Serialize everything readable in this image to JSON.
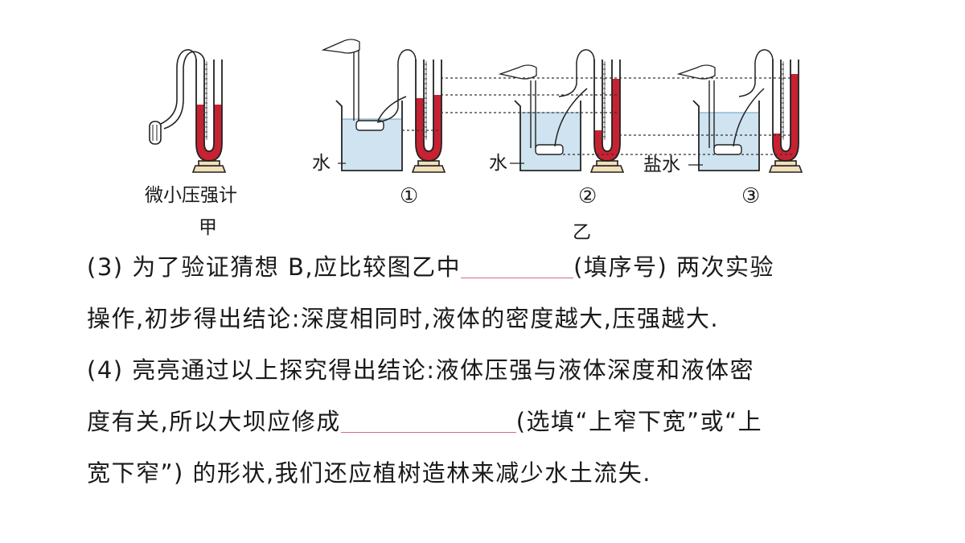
{
  "figure": {
    "gauge_name": "微小压强计",
    "label_jia": "甲",
    "label_yi": "乙",
    "liquid_labels": [
      "水",
      "水",
      "盐水"
    ],
    "numbers": [
      "①",
      "②",
      "③"
    ]
  },
  "q3": {
    "part1": "(3) 为了验证猜想 B,应比较图乙中",
    "part2": "(填序号) 两次实验",
    "line2": "操作,初步得出结论:深度相同时,液体的密度越大,压强越大."
  },
  "q4": {
    "line1": "(4) 亮亮通过以上探究得出结论:液体压强与液体深度和液体密",
    "part1": "度有关,所以大坝应修成",
    "part2": "(选填“上窄下宽”或“上",
    "line3": "宽下窄”) 的形状,我们还应植树造林来减少水土流失."
  }
}
